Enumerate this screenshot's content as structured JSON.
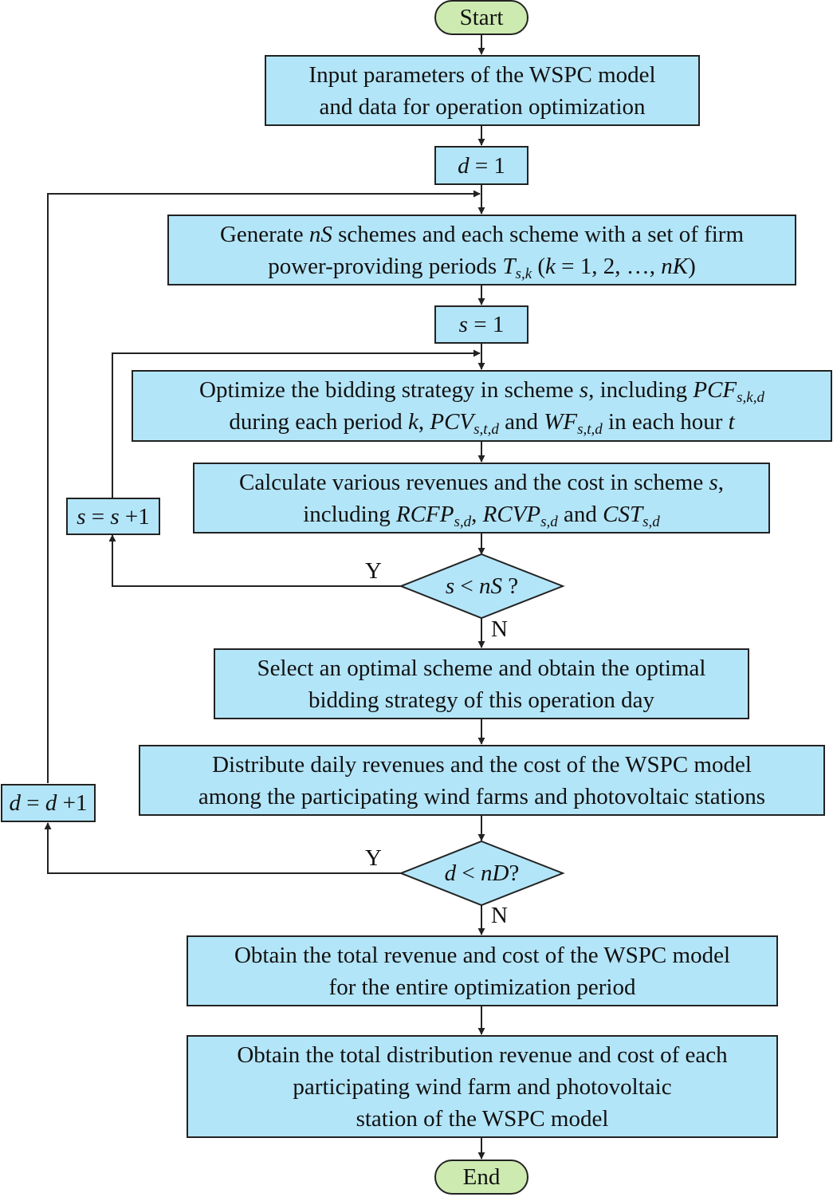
{
  "colors": {
    "process_fill": "#b3e5f8",
    "terminal_fill": "#cdeab1",
    "stroke": "#222222"
  },
  "start": "Start",
  "end": "End",
  "input": {
    "l1": "Input parameters of the WSPC model",
    "l2": "and data for operation optimization"
  },
  "d_init": {
    "var": "d",
    "rest": " = 1"
  },
  "generate": {
    "l1_a": "Generate ",
    "l1_var": "nS",
    "l1_b": " schemes and each scheme with a set of firm",
    "l2_a": "power-providing periods ",
    "l2_var": "T",
    "l2_sub": "s,k",
    "l2_b": " (",
    "l2_k": "k",
    "l2_c": " = 1, 2, …, ",
    "l2_nk": "nK",
    "l2_d": ")"
  },
  "s_init": {
    "var": "s",
    "rest": " = 1"
  },
  "optimize": {
    "l1_a": "Optimize the bidding strategy in scheme ",
    "l1_s": "s",
    "l1_b": ", including ",
    "l1_pcf": "PCF",
    "l1_sub": "s,k,d",
    "l2_a": "during each period ",
    "l2_k": "k",
    "l2_b": ", ",
    "l2_pcv": "PCV",
    "l2_sub1": "s,t,d",
    "l2_c": " and ",
    "l2_wf": "WF",
    "l2_sub2": "s,t,d",
    "l2_d": " in each hour ",
    "l2_t": "t"
  },
  "calculate": {
    "l1_a": "Calculate various revenues and the cost in scheme ",
    "l1_s": "s",
    "l1_b": ",",
    "l2_a": "including ",
    "l2_r1": "RCFP",
    "l2_sub1": "s,d",
    "l2_b": ", ",
    "l2_r2": "RCVP",
    "l2_sub2": "s,d",
    "l2_c": " and ",
    "l2_r3": "CST",
    "l2_sub3": "s,d"
  },
  "s_inc": {
    "v1": "s",
    "eq": " = ",
    "v2": "s",
    "rest": " +1"
  },
  "decision_s": {
    "v1": "s",
    "lt": " < ",
    "v2": "nS",
    "q": " ?"
  },
  "select": {
    "l1": "Select an optimal scheme and obtain the optimal",
    "l2": "bidding strategy of this operation day"
  },
  "distribute": {
    "l1": "Distribute daily revenues and the cost of the WSPC model",
    "l2": "among the participating wind farms and photovoltaic stations"
  },
  "d_inc": {
    "v1": "d",
    "eq": " = ",
    "v2": "d",
    "rest": " +1"
  },
  "decision_d": {
    "v1": "d",
    "lt": " < ",
    "v2": "nD",
    "q": "?"
  },
  "total": {
    "l1": "Obtain the total revenue and cost of the WSPC model",
    "l2": "for the entire optimization period"
  },
  "distribution": {
    "l1": "Obtain the total distribution revenue and cost of each",
    "l2": "participating wind farm and photovoltaic",
    "l3": "station of the WSPC model"
  },
  "labels": {
    "yes": "Y",
    "no": "N"
  }
}
